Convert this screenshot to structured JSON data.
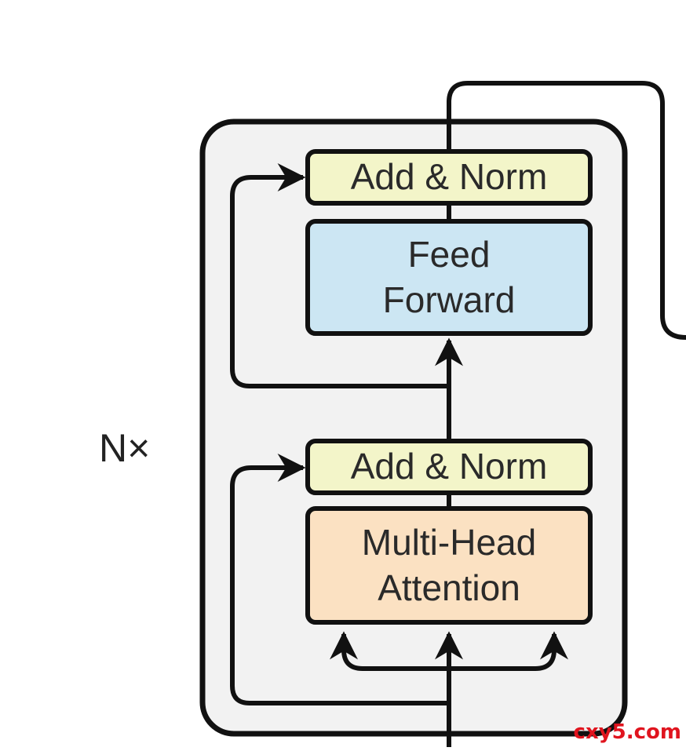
{
  "diagram": {
    "repeat_label": "N×",
    "blocks": {
      "add_norm_top": "Add & Norm",
      "feed_forward": [
        "Feed",
        "Forward"
      ],
      "add_norm_bottom": "Add & Norm",
      "multi_head_attention": [
        "Multi-Head",
        "Attention"
      ]
    },
    "colors": {
      "outer_box_fill": "#f2f2f2",
      "add_norm_fill": "#f3f5c9",
      "feed_forward_fill": "#cce6f3",
      "attention_fill": "#fbe1c2",
      "stroke": "#111111"
    }
  },
  "watermark": {
    "text": "cxy5.com",
    "color": "#e0141e"
  }
}
